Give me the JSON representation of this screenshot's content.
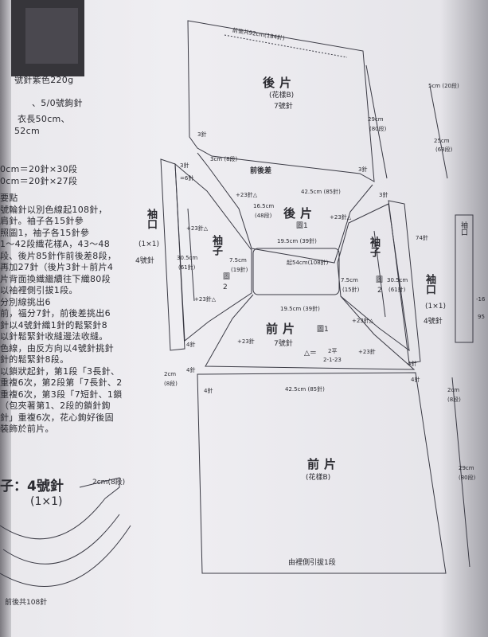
{
  "left_text": {
    "materials_lines": [
      "號針紫色220g",
      "、5/0號鉤針",
      "衣長50cm、",
      "52cm"
    ],
    "gauge_lines": [
      "0cm＝20針×30段",
      "0cm＝20針×27段"
    ],
    "instructions_lines": [
      "要點",
      "號輪針以別色線起108針，",
      "肩針。袖子各15針參",
      "照圖1，袖子各15針參",
      "1～42段織花樣A，43～48",
      "段、後片85針作前後差8段，",
      "再加27針（後片3針＋前片4",
      "片背面換織繼續往下織80段",
      "以袖裡側引拔1段。",
      "分別線挑出6",
      "前，福分7針，前後差挑出6",
      "針以4號針織1針的鬆緊針8",
      "以針鬆緊針收縫邊法收縫。",
      "色線，由反方向以4號針挑針",
      "針的鬆緊針8段。",
      "以鎖狀起針，第1段「3長針、",
      "重複6次，第2段第「7長針、2",
      "重複6次，第3段「7短針、1鎖",
      "（包夾著第1、2段的鎖針鉤",
      "針」重複6次，花心鉤好後固",
      "裝飾於前片。"
    ]
  },
  "collar": {
    "title": "子：4號針",
    "rib": "(1×1)",
    "rows": "2cm(8段)",
    "cast_on": "前後共108針"
  },
  "back": {
    "title": "後片",
    "pattern": "(花樣B)",
    "needle": "7號針",
    "top_width": "前後共92cm(184針)",
    "height": "29cm",
    "height_rows": "(80段)",
    "shoulder_left": "3針",
    "shoulder_right": "3針",
    "dec_left": "3cm (8段)",
    "front_back_diff": "前後差",
    "bottom_width": "42.5cm (85針)",
    "total_height": "25cm",
    "total_rows": "(68段)",
    "top_right": "5cm (20段)"
  },
  "yoke_back": {
    "title": "後片",
    "fig": "圖1",
    "height": "16.5cm",
    "rows": "(48段)",
    "inc": "+23針△",
    "center_width": "19.5cm (39針)"
  },
  "neck": {
    "label": "起54cm(108針)"
  },
  "yoke_front": {
    "title": "前片",
    "fig": "圖1",
    "needle": "7號針",
    "center_width": "19.5cm (39針)",
    "inc_left": "+23針",
    "inc_right": "+23針",
    "triangle": "△＝",
    "rule_1": "2平",
    "rule_2": "2-1-23"
  },
  "sleeve_left": {
    "title": "袖子",
    "fig": "圖",
    "num": "2",
    "height": "30.5cm",
    "rows": "(61針)",
    "inner": "7.5cm",
    "inner_rows": "(19針)",
    "inc_top": "+23針△",
    "inc_bot": "+23針△",
    "side": "4針"
  },
  "sleeve_right": {
    "title": "袖子",
    "fig": "圖",
    "num": "2",
    "height": "30.5cm",
    "rows": "(61針)",
    "inner": "7.5cm",
    "inner_rows": "(15針)",
    "inc_top": "+23針△",
    "inc_bot": "+23針△",
    "side": "74針"
  },
  "cuff_left": {
    "title": "袖口",
    "rib": "(1×1)",
    "needle": "4號針",
    "width": "2cm",
    "rows": "(8段)",
    "top": "3針",
    "bottom": "4針",
    "mid": "=6針"
  },
  "cuff_right": {
    "title": "袖口",
    "rib": "(1×1)",
    "needle": "4號針",
    "width": "2cm",
    "rows": "(8段)",
    "top": "3針",
    "bottom": "4針"
  },
  "front": {
    "title": "前片",
    "pattern": "(花樣B)",
    "width": "42.5cm (85針)",
    "height": "29cm",
    "height_rows": "(80段)",
    "bottom_note": "由裡側引拔1段",
    "corner_left": "4針",
    "corner_right": "4針"
  },
  "edge_right": {
    "title": "袖口",
    "n1": "-16",
    "n2": "95"
  }
}
